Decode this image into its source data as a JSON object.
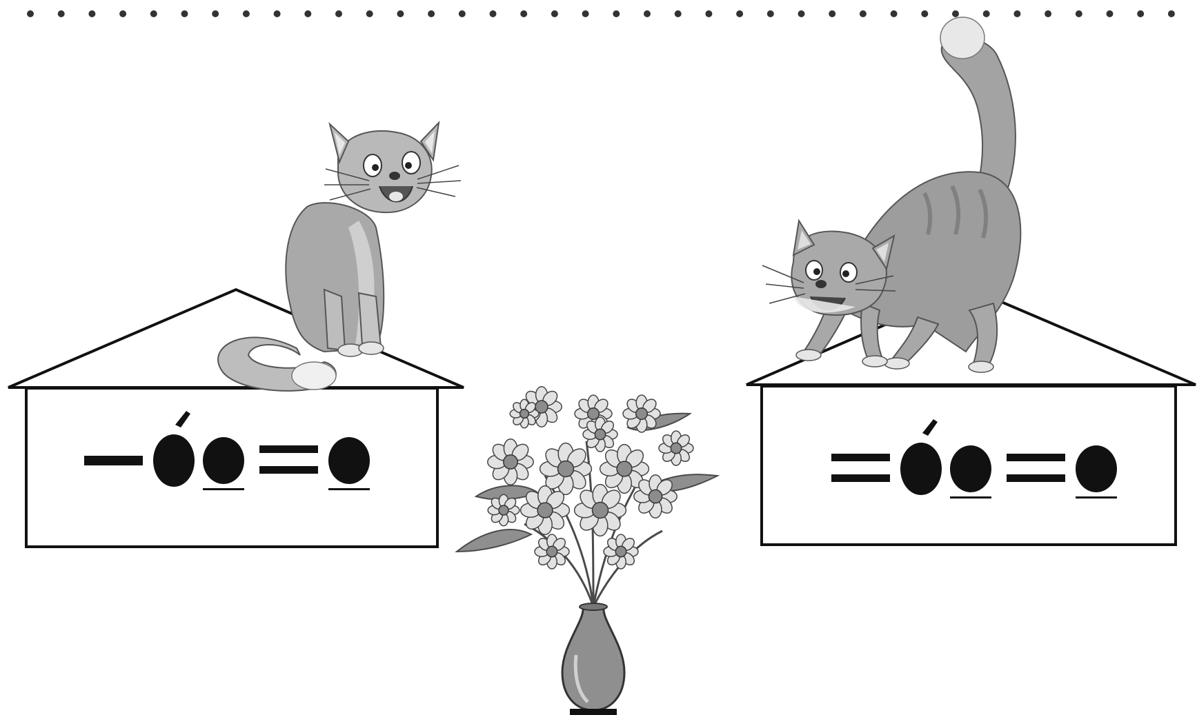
{
  "illustration": {
    "style": "grayscale worksheet picture",
    "colors": {
      "ink": "#111111",
      "cat_body": "#a9a9a9",
      "cat_light": "#e6e6e6",
      "cat_dark": "#6e6e6e",
      "flower": "#8c8c8c",
      "vase": "#8f8f8f"
    },
    "houses": [
      {
        "id": "left",
        "scheme": [
          {
            "kind": "single-line"
          },
          {
            "kind": "stressed-dot"
          },
          {
            "kind": "underlined-dot"
          },
          {
            "kind": "double-line"
          },
          {
            "kind": "underlined-dot"
          }
        ]
      },
      {
        "id": "right",
        "scheme": [
          {
            "kind": "double-line"
          },
          {
            "kind": "stressed-dot"
          },
          {
            "kind": "underlined-dot"
          },
          {
            "kind": "double-line"
          },
          {
            "kind": "underlined-dot"
          }
        ]
      }
    ],
    "icons": {
      "left_cat": "sitting-cat-icon",
      "right_cat": "arched-cat-icon",
      "vase": "flower-vase-icon",
      "top_border": "dotted-border"
    }
  }
}
